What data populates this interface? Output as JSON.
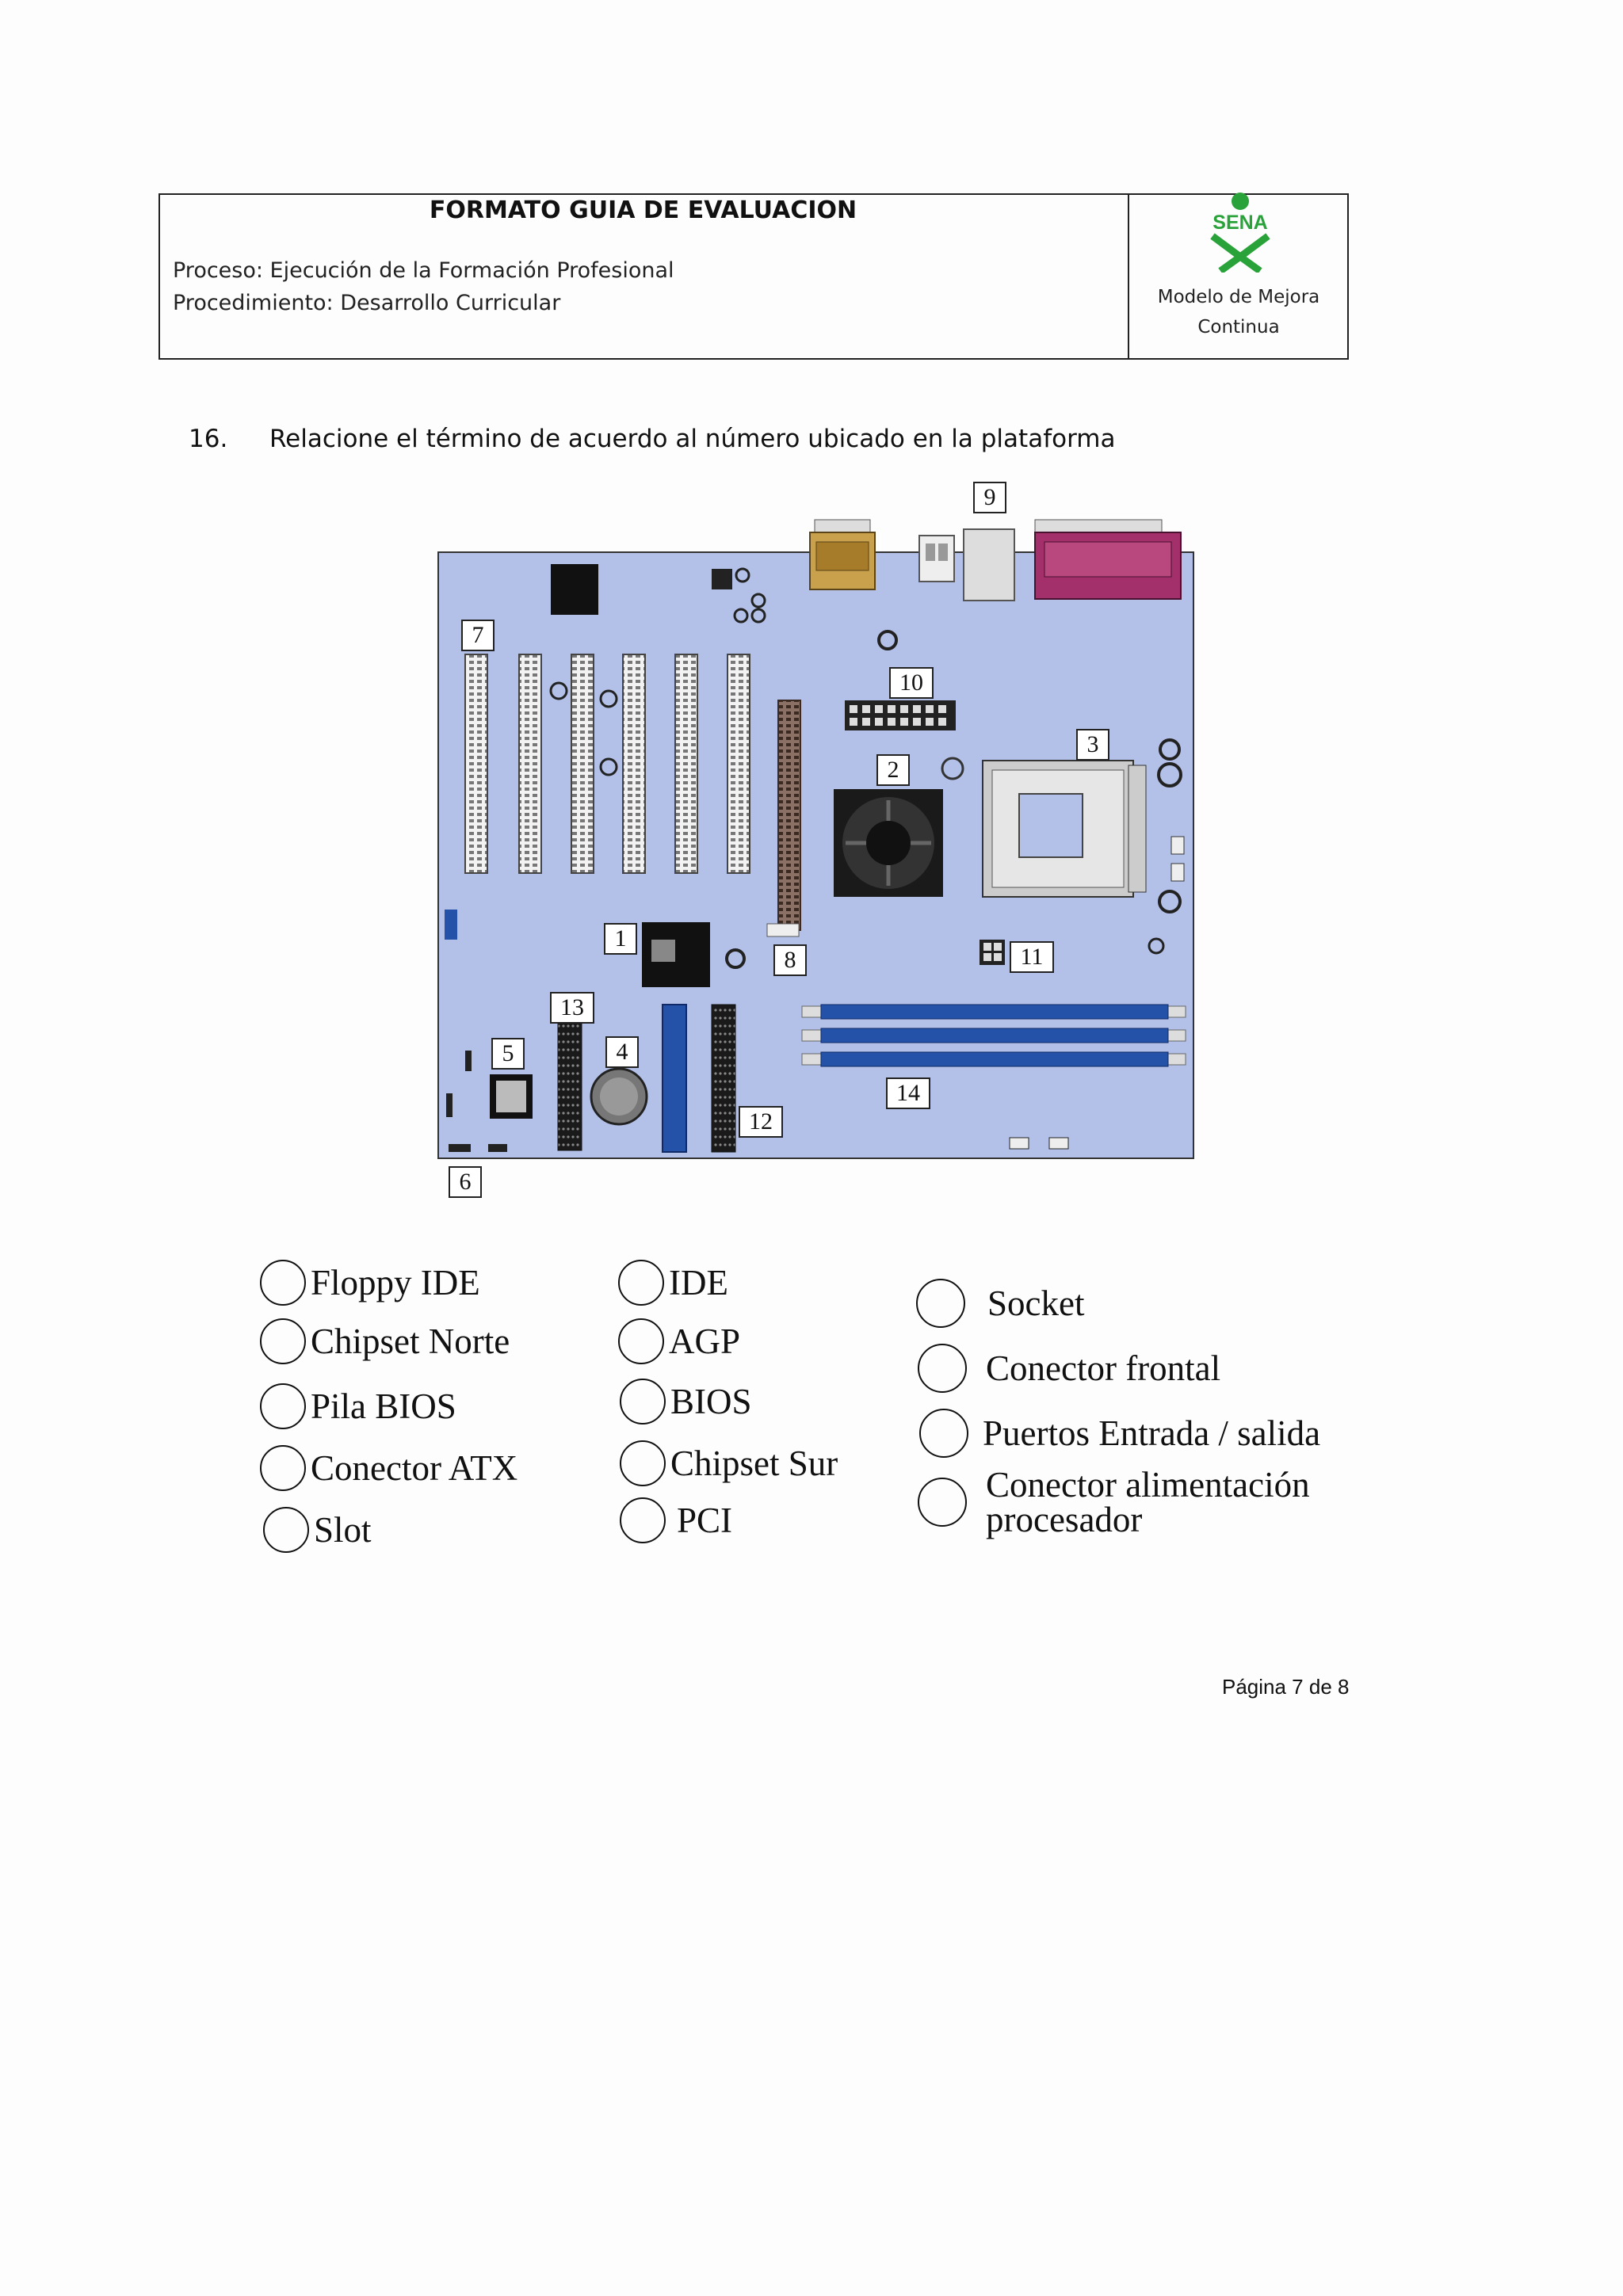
{
  "header": {
    "title": "FORMATO GUIA DE EVALUACION",
    "process": "Proceso: Ejecución de la Formación Profesional",
    "procedure": "Procedimiento: Desarrollo Curricular",
    "logo_text": "SENA",
    "logo_caption_1": "Modelo de Mejora",
    "logo_caption_2": "Continua"
  },
  "question": {
    "number": "16.",
    "text": "Relacione el término de acuerdo al número ubicado en la plataforma"
  },
  "diagram": {
    "labels": [
      "1",
      "2",
      "3",
      "4",
      "5",
      "6",
      "7",
      "8",
      "9",
      "10",
      "11",
      "12",
      "13",
      "14"
    ]
  },
  "options": {
    "col1": [
      "Floppy IDE",
      "Chipset Norte",
      "Pila BIOS",
      "Conector ATX",
      "Slot"
    ],
    "col2": [
      "IDE",
      "AGP",
      "BIOS",
      "Chipset Sur",
      "PCI"
    ],
    "col3": [
      "Socket",
      "Conector frontal",
      "Puertos Entrada / salida"
    ],
    "col3_last_line1": "Conector alimentación",
    "col3_last_line2": "procesador"
  },
  "footer": {
    "page": "Página 7 de 8"
  },
  "colors": {
    "board": "#b3c1e8",
    "sena_green": "#2aa23a",
    "ram_blue": "#2452a8"
  }
}
